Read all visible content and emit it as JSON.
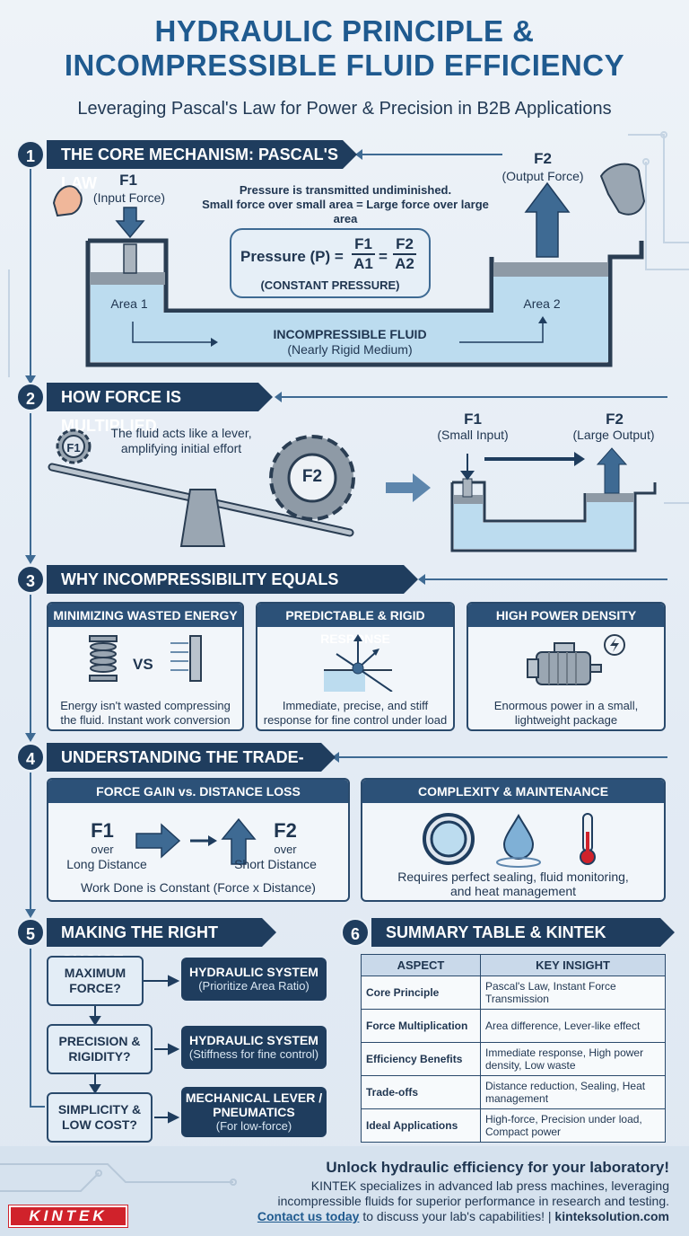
{
  "header": {
    "title_line1": "HYDRAULIC PRINCIPLE &",
    "title_line2": "INCOMPRESSIBLE FLUID EFFICIENCY",
    "subtitle": "Leveraging Pascal's Law for Power & Precision in B2B Applications"
  },
  "section1": {
    "number": "1",
    "title": "THE CORE MECHANISM: PASCAL'S LAW",
    "f1": "F1",
    "f1_sub": "(Input Force)",
    "f2": "F2",
    "f2_sub": "(Output Force)",
    "note_line1": "Pressure is transmitted undiminished.",
    "note_line2": "Small force over small area = Large force over large area",
    "formula_prefix": "Pressure (P) =",
    "formula_n1": "F1",
    "formula_d1": "A1",
    "formula_eq": "=",
    "formula_n2": "F2",
    "formula_d2": "A2",
    "formula_note": "(CONSTANT PRESSURE)",
    "area1": "Area 1",
    "area2": "Area 2",
    "fluid_title": "INCOMPRESSIBLE FLUID",
    "fluid_sub": "(Nearly Rigid Medium)"
  },
  "section2": {
    "number": "2",
    "title": "HOW FORCE IS MULTIPLIED",
    "gear1": "F1",
    "gear2": "F2",
    "lever_text_line1": "The fluid acts like a lever,",
    "lever_text_line2": "amplifying initial effort",
    "f1": "F1",
    "f1_sub": "(Small Input)",
    "f2": "F2",
    "f2_sub": "(Large Output)"
  },
  "section3": {
    "number": "3",
    "title": "WHY INCOMPRESSIBILITY EQUALS EFFICIENCY",
    "cards": [
      {
        "title": "MINIMIZING WASTED ENERGY",
        "line1": "Energy isn't wasted compressing",
        "line2": "the fluid. Instant work conversion",
        "icon_label": "VS"
      },
      {
        "title": "PREDICTABLE & RIGID RESPONSE",
        "line1": "Immediate, precise, and stiff",
        "line2": "response for fine control under load"
      },
      {
        "title": "HIGH POWER DENSITY",
        "line1": "Enormous power in a small,",
        "line2": "lightweight package"
      }
    ]
  },
  "section4": {
    "number": "4",
    "title": "UNDERSTANDING THE TRADE-OFFS",
    "left": {
      "title": "FORCE GAIN vs. DISTANCE LOSS",
      "f1": "F1",
      "f1_over": "over",
      "f1_dist": "Long Distance",
      "f2": "F2",
      "f2_over": "over",
      "f2_dist": "Short Distance",
      "note": "Work Done is Constant (Force x Distance)"
    },
    "right": {
      "title": "COMPLEXITY & MAINTENANCE",
      "line1": "Requires perfect sealing, fluid monitoring,",
      "line2": "and heat management"
    }
  },
  "section5": {
    "number": "5",
    "title": "MAKING THE RIGHT CHOICE",
    "rows": [
      {
        "q1": "MAXIMUM",
        "q2": "FORCE?",
        "a_title": "HYDRAULIC SYSTEM",
        "a_sub": "(Prioritize Area Ratio)"
      },
      {
        "q1": "PRECISION &",
        "q2": "RIGIDITY?",
        "a_title": "HYDRAULIC SYSTEM",
        "a_sub": "(Stiffness for fine control)"
      },
      {
        "q1": "SIMPLICITY &",
        "q2": "LOW COST?",
        "a_title": "MECHANICAL LEVER /",
        "a_title2": "PNEUMATICS",
        "a_sub": "(For low-force)"
      }
    ]
  },
  "section6": {
    "number": "6",
    "title": "SUMMARY TABLE & KINTEK SOLUTIONS",
    "col1": "ASPECT",
    "col2": "KEY INSIGHT",
    "rows": [
      {
        "aspect": "Core Principle",
        "insight": "Pascal's Law, Instant Force Transmission"
      },
      {
        "aspect": "Force Multiplication",
        "insight": "Area difference, Lever-like effect"
      },
      {
        "aspect": "Efficiency Benefits",
        "insight": "Immediate response, High power density, Low waste"
      },
      {
        "aspect": "Trade-offs",
        "insight": "Distance reduction, Sealing, Heat management"
      },
      {
        "aspect": "Ideal Applications",
        "insight": "High-force, Precision under load, Compact power"
      }
    ]
  },
  "footer": {
    "headline": "Unlock hydraulic efficiency for your laboratory!",
    "line1": "KINTEK specializes in advanced lab press machines, leveraging",
    "line2": "incompressible fluids for superior performance in research and testing.",
    "cta": "Contact us today",
    "line3": " to discuss your lab's capabilities! | ",
    "site": "kinteksolution.com",
    "logo": "KINTEK"
  },
  "colors": {
    "navy": "#1f3d5e",
    "blue": "#1f5a8f",
    "fluid": "#bcdcef",
    "red": "#d0222b"
  }
}
